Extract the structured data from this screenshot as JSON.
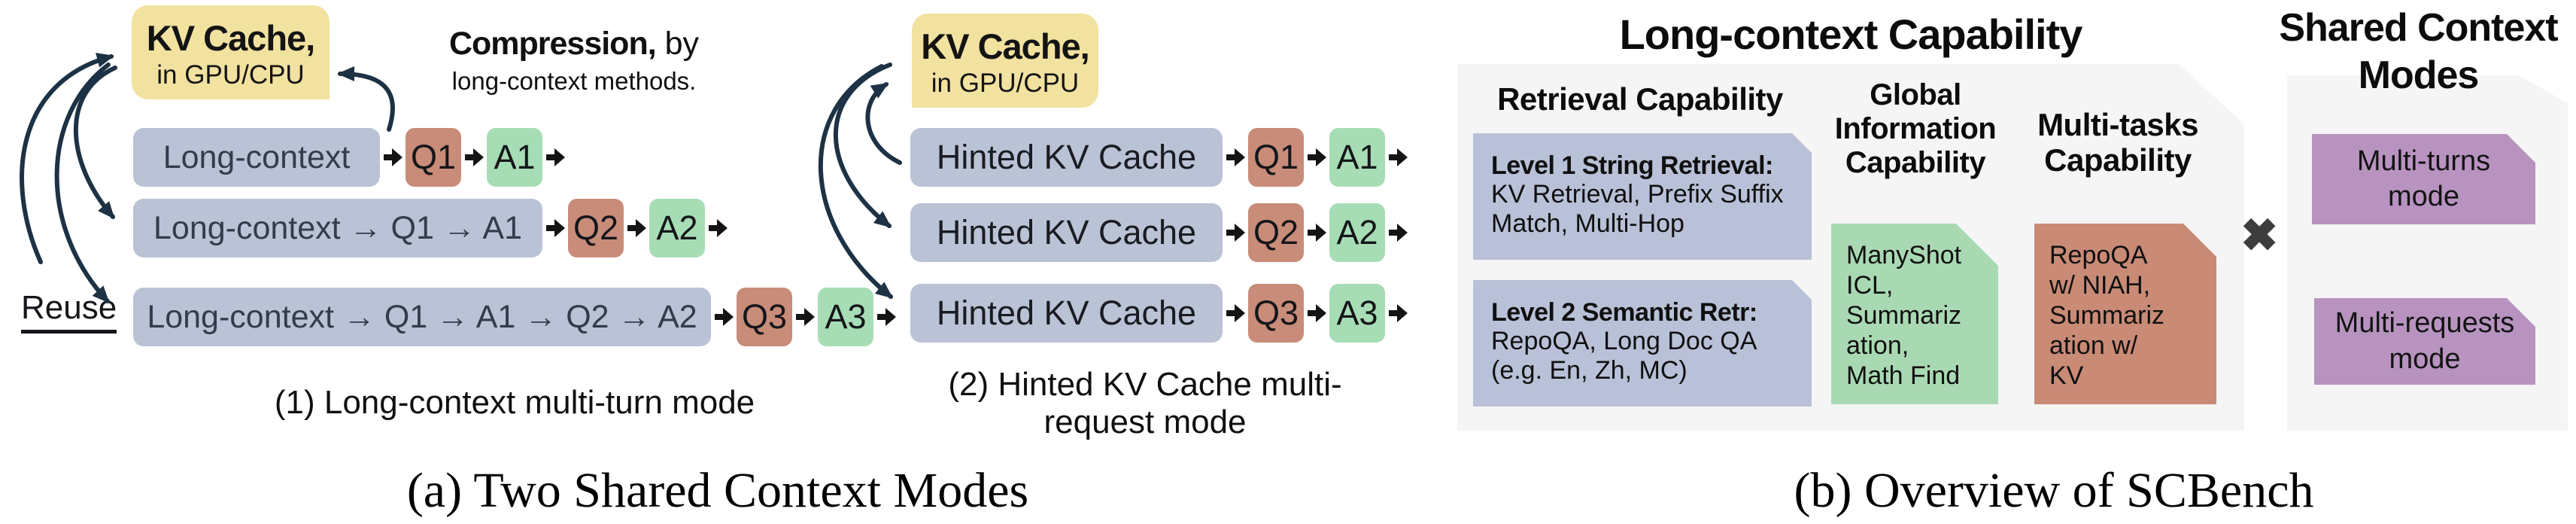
{
  "colors": {
    "kv_cache_yellow": "#f2e2a0",
    "context_blue": "#bac2d6",
    "question_red": "#c88c79",
    "answer_green": "#a7ddb5",
    "mode_purple": "#b893c0",
    "panel_gray": "#f5f5f5",
    "arrow_navy": "#1d3244"
  },
  "glyphs": {
    "cross": "✖"
  },
  "diagram_multi_turn": {
    "kv_cache": {
      "title": "KV Cache,",
      "subtitle": "in GPU/CPU"
    },
    "compression": {
      "bold": "Compression,",
      "rest": " by",
      "line2": "long-context methods."
    },
    "reuse_label": "Reuse",
    "rows": [
      {
        "context": "Long-context",
        "q": "Q1",
        "a": "A1"
      },
      {
        "context": "Long-context → Q1 → A1",
        "q": "Q2",
        "a": "A2"
      },
      {
        "context": "Long-context → Q1 → A1 → Q2 → A2",
        "q": "Q3",
        "a": "A3"
      }
    ],
    "caption": "(1) Long-context multi-turn mode"
  },
  "diagram_multi_request": {
    "kv_cache": {
      "title": "KV Cache,",
      "subtitle": "in GPU/CPU"
    },
    "rows": [
      {
        "context": "Hinted KV Cache",
        "q": "Q1",
        "a": "A1"
      },
      {
        "context": "Hinted KV Cache",
        "q": "Q2",
        "a": "A2"
      },
      {
        "context": "Hinted KV Cache",
        "q": "Q3",
        "a": "A3"
      }
    ],
    "caption_line1": "(2) Hinted KV Cache multi-",
    "caption_line2": "request mode"
  },
  "overview": {
    "title": "Long-context Capability",
    "retrieval": {
      "header": "Retrieval Capability",
      "level1": {
        "title": "Level 1 String Retrieval:",
        "body": "KV Retrieval, Prefix Suffix Match, Multi-Hop"
      },
      "level2": {
        "title": "Level 2 Semantic Retr:",
        "body": "RepoQA, Long Doc QA (e.g. En, Zh, MC)"
      }
    },
    "global_info": {
      "header": "Global Information Capability",
      "tasks": "ManyShot\nICL,\nSummariz\nation,\nMath Find"
    },
    "multi_tasks": {
      "header": "Multi-tasks Capability",
      "tasks": "RepoQA\nw/ NIAH,\nSummariz\nation w/\nKV"
    }
  },
  "shared_modes": {
    "title": "Shared Context Modes",
    "mode1": "Multi-turns\nmode",
    "mode2": "Multi-requests\nmode"
  },
  "captions": {
    "a": "(a) Two Shared Context Modes",
    "b": "(b) Overview of SCBench"
  }
}
